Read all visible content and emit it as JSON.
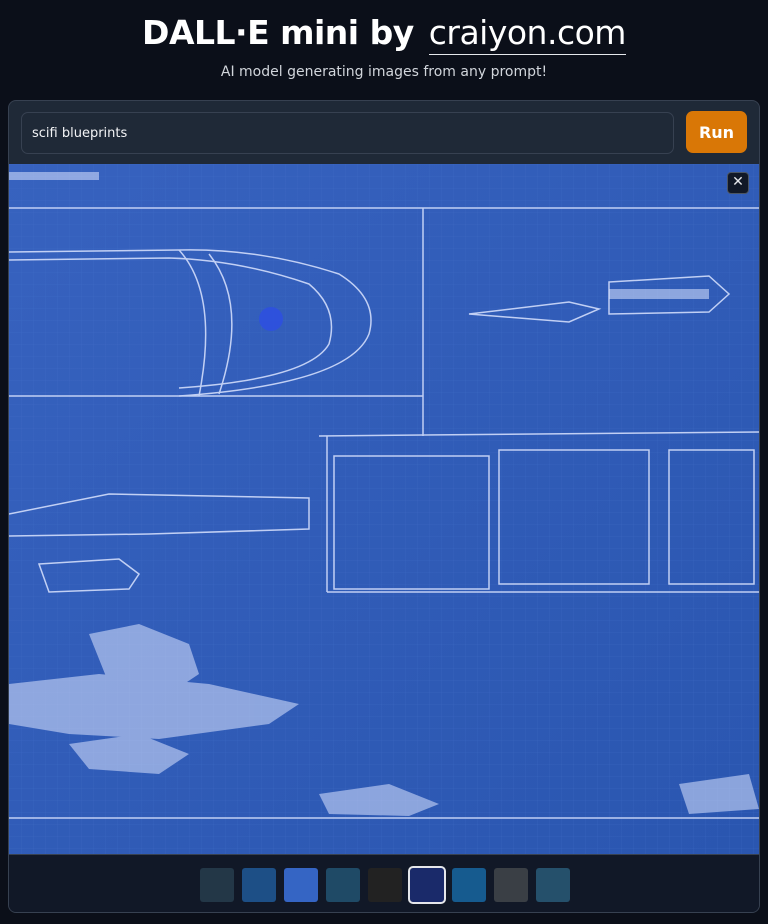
{
  "header": {
    "title_prefix": "DALL·E mini by",
    "title_site": "craiyon.com",
    "subtitle": "AI model generating images from any prompt!"
  },
  "prompt": {
    "value": "scifi blueprints",
    "placeholder": "",
    "run_label": "Run"
  },
  "viewer": {
    "close_glyph": "✕",
    "close_icon": "close-icon",
    "image_subject": "blue sci-fi blueprint drawing",
    "colors": {
      "blueprint": "#2d5bb8",
      "lines": "#dbe4ff"
    }
  },
  "thumbnails": {
    "count": 9,
    "selected_index": 5
  },
  "colors": {
    "accent": "#d97706",
    "background": "#0b0f19",
    "panel": "#1f2937"
  }
}
